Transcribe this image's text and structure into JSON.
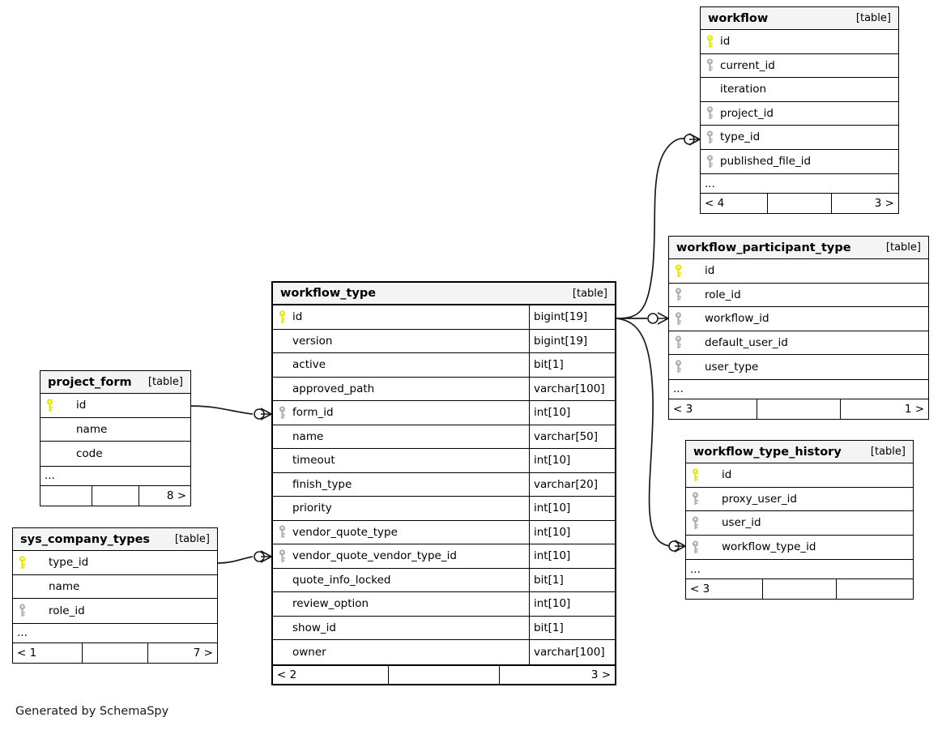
{
  "diagram": {
    "caption": "Generated by SchemaSpy",
    "table_tag": "[table]",
    "ellipsis": "...",
    "pk_color": "#e8e800",
    "fk_color": "#b0b0b0",
    "header_bg": "#f4f4f4",
    "line_color": "#1a1a1a"
  },
  "tables": {
    "workflow": {
      "name": "workflow",
      "tag": "[table]",
      "rows": [
        {
          "key": "pk",
          "name": "id",
          "type": ""
        },
        {
          "key": "fk",
          "name": "current_id",
          "type": ""
        },
        {
          "key": "none",
          "name": "iteration",
          "type": ""
        },
        {
          "key": "fk",
          "name": "project_id",
          "type": ""
        },
        {
          "key": "fk",
          "name": "type_id",
          "type": ""
        },
        {
          "key": "fk",
          "name": "published_file_id",
          "type": ""
        }
      ],
      "has_ellipsis": true,
      "footer": {
        "left": "< 4",
        "middle": "",
        "right": "3 >"
      }
    },
    "workflow_type": {
      "name": "workflow_type",
      "tag": "[table]",
      "rows": [
        {
          "key": "pk",
          "name": "id",
          "type": "bigint[19]"
        },
        {
          "key": "none",
          "name": "version",
          "type": "bigint[19]"
        },
        {
          "key": "none",
          "name": "active",
          "type": "bit[1]"
        },
        {
          "key": "none",
          "name": "approved_path",
          "type": "varchar[100]"
        },
        {
          "key": "fk",
          "name": "form_id",
          "type": "int[10]"
        },
        {
          "key": "none",
          "name": "name",
          "type": "varchar[50]"
        },
        {
          "key": "none",
          "name": "timeout",
          "type": "int[10]"
        },
        {
          "key": "none",
          "name": "finish_type",
          "type": "varchar[20]"
        },
        {
          "key": "none",
          "name": "priority",
          "type": "int[10]"
        },
        {
          "key": "fk",
          "name": "vendor_quote_type",
          "type": "int[10]"
        },
        {
          "key": "fk",
          "name": "vendor_quote_vendor_type_id",
          "type": "int[10]"
        },
        {
          "key": "none",
          "name": "quote_info_locked",
          "type": "bit[1]"
        },
        {
          "key": "none",
          "name": "review_option",
          "type": "int[10]"
        },
        {
          "key": "none",
          "name": "show_id",
          "type": "bit[1]"
        },
        {
          "key": "none",
          "name": "owner",
          "type": "varchar[100]"
        }
      ],
      "has_ellipsis": false,
      "footer": {
        "left": "< 2",
        "middle": "",
        "right": "3 >"
      }
    },
    "workflow_participant_type": {
      "name": "workflow_participant_type",
      "tag": "[table]",
      "rows": [
        {
          "key": "pk",
          "name": "id",
          "type": ""
        },
        {
          "key": "fk",
          "name": "role_id",
          "type": ""
        },
        {
          "key": "fk",
          "name": "workflow_id",
          "type": ""
        },
        {
          "key": "fk",
          "name": "default_user_id",
          "type": ""
        },
        {
          "key": "fk",
          "name": "user_type",
          "type": ""
        }
      ],
      "has_ellipsis": true,
      "footer": {
        "left": "< 3",
        "middle": "",
        "right": "1 >"
      }
    },
    "workflow_type_history": {
      "name": "workflow_type_history",
      "tag": "[table]",
      "rows": [
        {
          "key": "pk",
          "name": "id",
          "type": ""
        },
        {
          "key": "fk",
          "name": "proxy_user_id",
          "type": ""
        },
        {
          "key": "fk",
          "name": "user_id",
          "type": ""
        },
        {
          "key": "fk",
          "name": "workflow_type_id",
          "type": ""
        }
      ],
      "has_ellipsis": true,
      "footer": {
        "left": "< 3",
        "middle": "",
        "right": ""
      }
    },
    "project_form": {
      "name": "project_form",
      "tag": "[table]",
      "rows": [
        {
          "key": "pk",
          "name": "id",
          "type": ""
        },
        {
          "key": "none",
          "name": "name",
          "type": ""
        },
        {
          "key": "none",
          "name": "code",
          "type": ""
        }
      ],
      "has_ellipsis": true,
      "footer": {
        "left": "",
        "middle": "",
        "right": "8 >"
      }
    },
    "sys_company_types": {
      "name": "sys_company_types",
      "tag": "[table]",
      "rows": [
        {
          "key": "pk",
          "name": "type_id",
          "type": ""
        },
        {
          "key": "none",
          "name": "name",
          "type": ""
        },
        {
          "key": "fk",
          "name": "role_id",
          "type": ""
        }
      ],
      "has_ellipsis": true,
      "footer": {
        "left": "< 1",
        "middle": "",
        "right": "7 >"
      }
    }
  },
  "relationships": [
    {
      "from": "workflow_type.id",
      "to": "workflow.type_id"
    },
    {
      "from": "workflow_type.id",
      "to": "workflow_participant_type.workflow_id"
    },
    {
      "from": "workflow_type.id",
      "to": "workflow_type_history.workflow_type_id"
    },
    {
      "from": "project_form.id",
      "to": "workflow_type.form_id"
    },
    {
      "from": "sys_company_types.type_id",
      "to": "workflow_type.vendor_quote_vendor_type_id"
    }
  ]
}
